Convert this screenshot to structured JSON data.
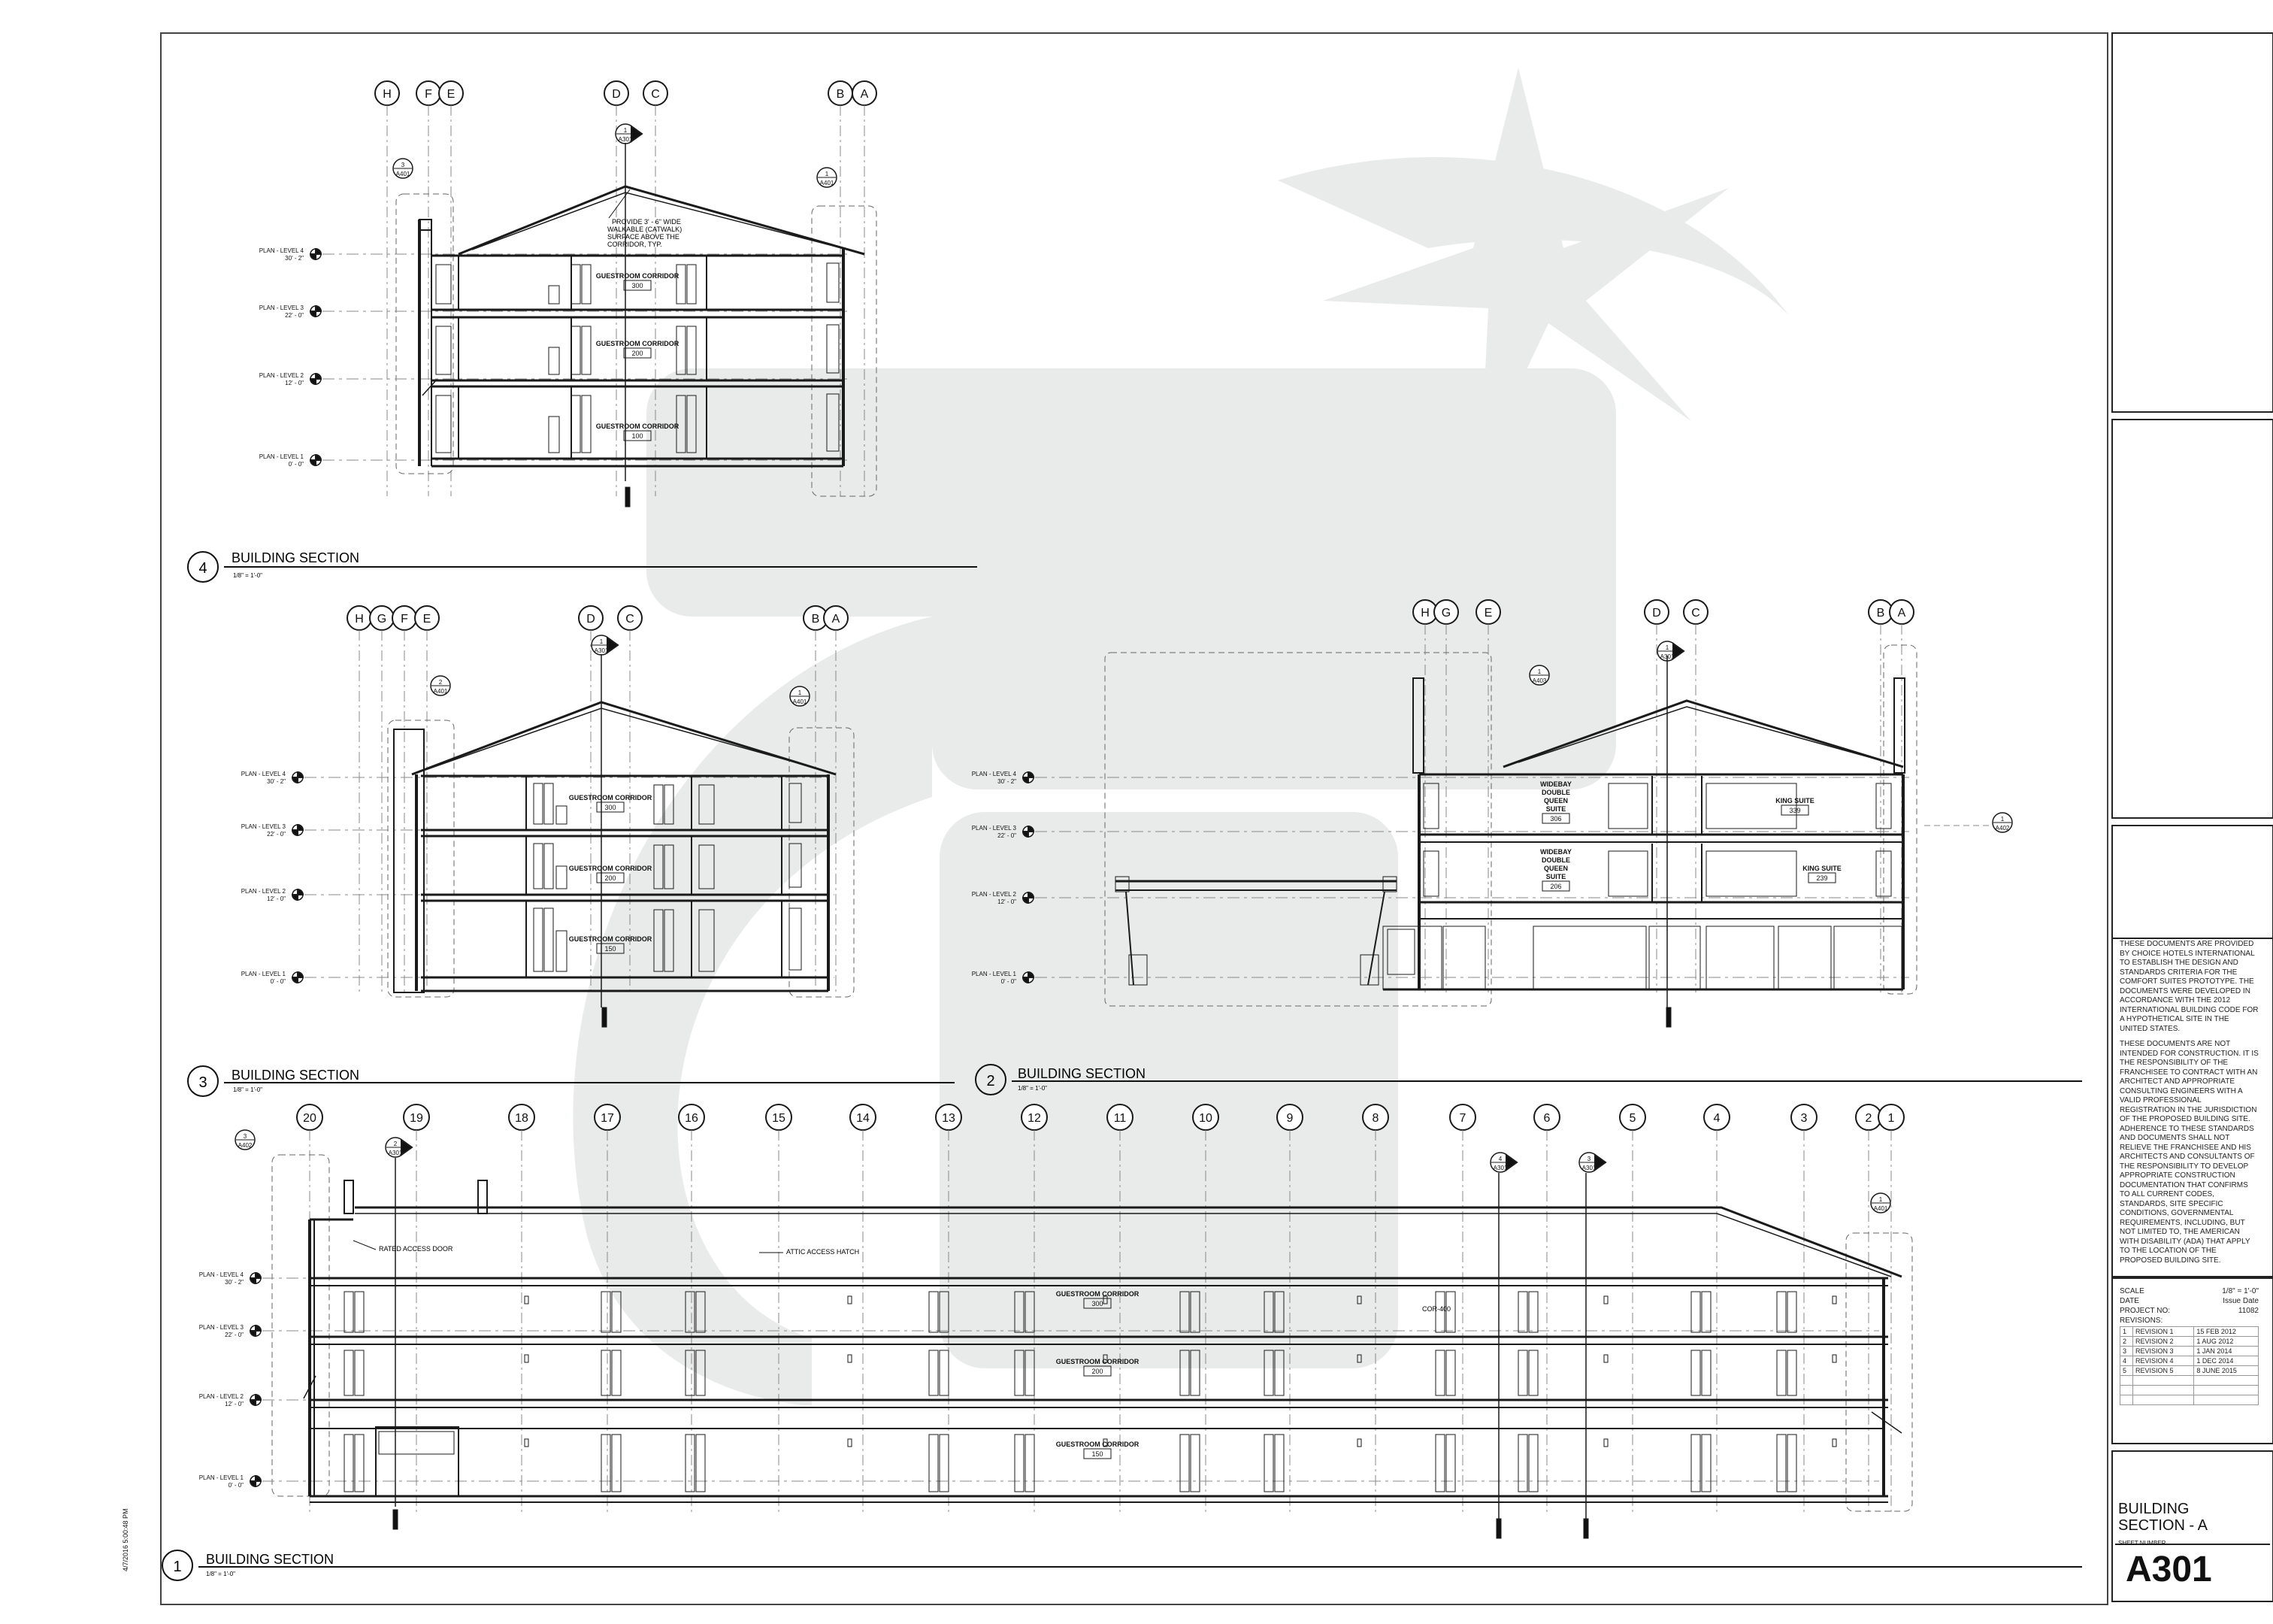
{
  "sections": {
    "s4": {
      "number": "4",
      "title": "BUILDING SECTION",
      "scale": "1/8\" = 1'-0\""
    },
    "s3": {
      "number": "3",
      "title": "BUILDING SECTION",
      "scale": "1/8\" = 1'-0\""
    },
    "s2": {
      "number": "2",
      "title": "BUILDING SECTION",
      "scale": "1/8\" = 1'-0\""
    },
    "s1": {
      "number": "1",
      "title": "BUILDING SECTION",
      "scale": "1/8\" = 1'-0\""
    }
  },
  "levels": {
    "l4": {
      "name": "PLAN - LEVEL 4",
      "elev": "30' - 2\""
    },
    "l3": {
      "name": "PLAN - LEVEL 3",
      "elev": "22' - 0\""
    },
    "l2": {
      "name": "PLAN - LEVEL 2",
      "elev": "12' - 0\""
    },
    "l1": {
      "name": "PLAN - LEVEL 1",
      "elev": "0' - 0\""
    }
  },
  "grids": {
    "s4": [
      "H",
      "F",
      "E",
      "D",
      "C",
      "B",
      "A"
    ],
    "s3": [
      "H",
      "G",
      "F",
      "E",
      "D",
      "C",
      "B",
      "A"
    ],
    "s2": [
      "H",
      "G",
      "E",
      "D",
      "C",
      "B",
      "A"
    ],
    "s1": [
      "20",
      "19",
      "18",
      "17",
      "16",
      "15",
      "14",
      "13",
      "12",
      "11",
      "10",
      "9",
      "8",
      "7",
      "6",
      "5",
      "4",
      "3",
      "2",
      "1"
    ]
  },
  "callouts": {
    "c1_A301": {
      "num": "1",
      "sheet": "A301"
    },
    "c2_A301": {
      "num": "2",
      "sheet": "A301"
    },
    "c3_A401": {
      "num": "3",
      "sheet": "A401"
    },
    "c2_A401": {
      "num": "2",
      "sheet": "A401"
    },
    "c1_A401": {
      "num": "1",
      "sheet": "A401"
    },
    "c1_A403": {
      "num": "1",
      "sheet": "A403"
    },
    "c1_A402": {
      "num": "1",
      "sheet": "A402"
    },
    "c3_A402": {
      "num": "3",
      "sheet": "A402"
    },
    "c4_A301": {
      "num": "4",
      "sheet": "A301"
    },
    "c3_A301": {
      "num": "3",
      "sheet": "A301"
    }
  },
  "rooms": {
    "corridor": "GUESTROOM CORRIDOR",
    "r300": "300",
    "r200": "200",
    "r100": "100",
    "r150": "150",
    "wbdq_a": "WIDEBAY",
    "wbdq_b": "DOUBLE",
    "wbdq_c": "QUEEN",
    "wbdq_d": "SUITE",
    "r306": "306",
    "r206": "206",
    "king": "KING SUITE",
    "r339": "339",
    "r239": "239",
    "cor400": "COR-400"
  },
  "annotations": {
    "catwalk1": "PROVIDE 3' - 6\" WIDE",
    "catwalk2": "WALKABLE (CATWALK)",
    "catwalk3": "SURFACE ABOVE THE",
    "catwalk4": "CORRIDOR, TYP.",
    "rated_door": "RATED ACCESS DOOR",
    "attic_hatch": "ATTIC ACCESS HATCH"
  },
  "titleblock": {
    "notes_1": "THESE DOCUMENTS ARE PROVIDED BY CHOICE HOTELS INTERNATIONAL TO ESTABLISH THE DESIGN AND STANDARDS CRITERIA FOR THE COMFORT SUITES PROTOTYPE. THE DOCUMENTS WERE DEVELOPED IN ACCORDANCE WITH THE 2012 INTERNATIONAL BUILDING CODE FOR A HYPOTHETICAL SITE IN THE UNITED STATES.",
    "notes_2": "THESE DOCUMENTS ARE NOT INTENDED FOR CONSTRUCTION. IT IS THE RESPONSIBILITY OF THE FRANCHISEE TO CONTRACT WITH AN ARCHITECT AND APPROPRIATE CONSULTING ENGINEERS WITH A VALID PROFESSIONAL REGISTRATION IN THE JURISDICTION OF THE PROPOSED BUILDING SITE. ADHERENCE TO THESE STANDARDS AND DOCUMENTS SHALL NOT RELIEVE THE FRANCHISEE AND HIS ARCHITECTS AND CONSULTANTS OF THE RESPONSIBILITY TO DEVELOP APPROPRIATE CONSTRUCTION DOCUMENTATION THAT CONFIRMS TO ALL CURRENT CODES, STANDARDS, SITE SPECIFIC CONDITIONS, GOVERNMENTAL REQUIREMENTS, INCLUDING, BUT NOT LIMITED TO, THE AMERICAN WITH DISABILITY (ADA) THAT APPLY TO THE LOCATION OF THE PROPOSED BUILDING SITE.",
    "scale_label": "SCALE",
    "scale_value": "1/8\" = 1'-0\"",
    "date_label": "DATE",
    "date_value": "Issue Date",
    "project_label": "PROJECT NO:",
    "project_value": "11082",
    "revisions_label": "REVISIONS:",
    "revisions": [
      {
        "n": "1",
        "name": "REVISION 1",
        "date": "15 FEB 2012"
      },
      {
        "n": "2",
        "name": "REVISION 2",
        "date": "1 AUG 2012"
      },
      {
        "n": "3",
        "name": "REVISION 3",
        "date": "1 JAN 2014"
      },
      {
        "n": "4",
        "name": "REVISION 4",
        "date": "1 DEC 2014"
      },
      {
        "n": "5",
        "name": "REVISION 5",
        "date": "8 JUNE 2015"
      }
    ],
    "sheet_name_1": "BUILDING",
    "sheet_name_2": "SECTION - A",
    "sheet_number_label": "SHEET NUMBER",
    "sheet_number": "A301"
  },
  "print_stamp": "4/7/2016 5:00:48 PM",
  "colors": {
    "line": "#1a1a1a",
    "watermark": "#e9eaea",
    "dash": "#888888"
  }
}
